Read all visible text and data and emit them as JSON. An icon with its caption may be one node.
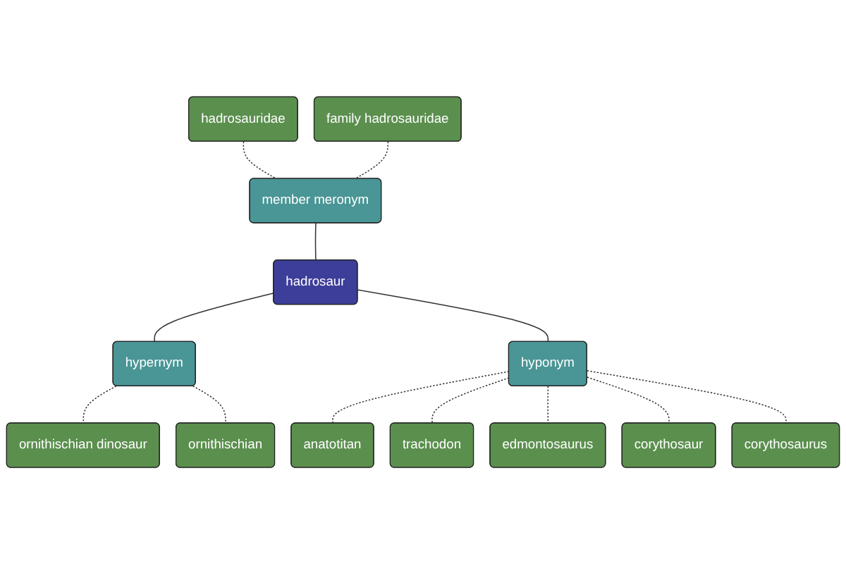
{
  "diagram": {
    "nodes": [
      {
        "text": [
          "hadrosauridae"
        ]
      },
      {
        "text": [
          "family hadrosauridae"
        ]
      },
      {
        "text": [
          "member meronym"
        ]
      },
      {
        "text": [
          "hadrosaur"
        ]
      },
      {
        "text": [
          "anatotitan"
        ]
      },
      {
        "text": [
          "hypernym"
        ]
      },
      {
        "text": [
          "hyponym"
        ]
      },
      {
        "text": [
          "trachodon"
        ]
      },
      {
        "text": [
          "edmontosaurus"
        ]
      },
      {
        "text": [
          "corythosaur"
        ]
      },
      {
        "text": [
          "ornithischian dinosaur"
        ]
      },
      {
        "text": [
          "ornithischian"
        ]
      },
      {
        "text": [
          "corythosaurus"
        ]
      }
    ],
    "edges": [
      {
        "from": 0,
        "to": 2,
        "arrow": "none",
        "style": "dashed"
      },
      {
        "from": 1,
        "to": 2,
        "arrow": "none",
        "style": "dashed"
      },
      {
        "from": 2,
        "to": 3,
        "arrow": "none"
      },
      {
        "from": 3,
        "to": 5,
        "arrow": "none"
      },
      {
        "from": 3,
        "to": 6,
        "arrow": "none"
      },
      {
        "from": 6,
        "to": 4,
        "arrow": "none",
        "style": "dashed"
      },
      {
        "from": 6,
        "to": 7,
        "arrow": "none",
        "style": "dashed"
      },
      {
        "from": 6,
        "to": 8,
        "arrow": "none",
        "style": "dashed"
      },
      {
        "from": 6,
        "to": 9,
        "arrow": "none",
        "style": "dashed"
      },
      {
        "from": 5,
        "to": 10,
        "arrow": "none",
        "style": "dashed"
      },
      {
        "from": 5,
        "to": 11,
        "arrow": "none",
        "style": "dashed"
      },
      {
        "from": 6,
        "to": 12,
        "arrow": "none",
        "style": "dashed"
      }
    ]
  }
}
